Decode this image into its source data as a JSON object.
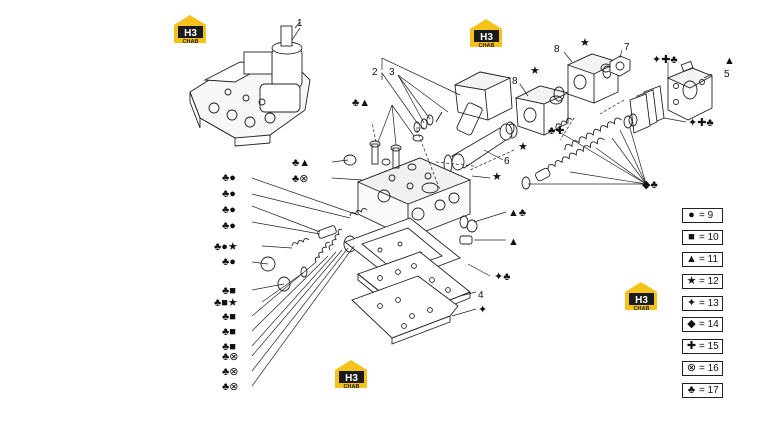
{
  "brand": {
    "logo_text": "H3",
    "logo_subtext": "CHAB",
    "colors": {
      "yellow": "#f4c21a",
      "dark": "#1a1a1a"
    }
  },
  "part_numbers": [
    "1",
    "2",
    "3",
    "4",
    "5",
    "6",
    "7",
    "8",
    "8"
  ],
  "legend": [
    {
      "icon": "circle-icon",
      "glyph": "●",
      "label": "= 9"
    },
    {
      "icon": "square-icon",
      "glyph": "■",
      "label": "= 10"
    },
    {
      "icon": "triangle-icon",
      "glyph": "▲",
      "label": "= 11"
    },
    {
      "icon": "star-icon",
      "glyph": "★",
      "label": "= 12"
    },
    {
      "icon": "cross-icon",
      "glyph": "✦",
      "label": "= 13"
    },
    {
      "icon": "diamond-icon",
      "glyph": "◆",
      "label": "= 14"
    },
    {
      "icon": "plus-icon",
      "glyph": "✚",
      "label": "= 15"
    },
    {
      "icon": "circled-x-icon",
      "glyph": "⊗",
      "label": "= 16"
    },
    {
      "icon": "club-icon",
      "glyph": "♣",
      "label": "= 17"
    }
  ],
  "callouts": {
    "club_circle": "♣●",
    "club_circledx": "♣⊗",
    "club_triangle": "♣▲",
    "club_circle_star": "♣●★",
    "club_square": "♣■",
    "club_square_star": "♣■★",
    "tri_club": "▲♣",
    "cross_club": "✦♣",
    "plus_club": "✦✚♣",
    "diamond_club": "◆♣",
    "club_plus": "♣✚",
    "triangle": "▲",
    "star": "★",
    "cross": "✦"
  }
}
